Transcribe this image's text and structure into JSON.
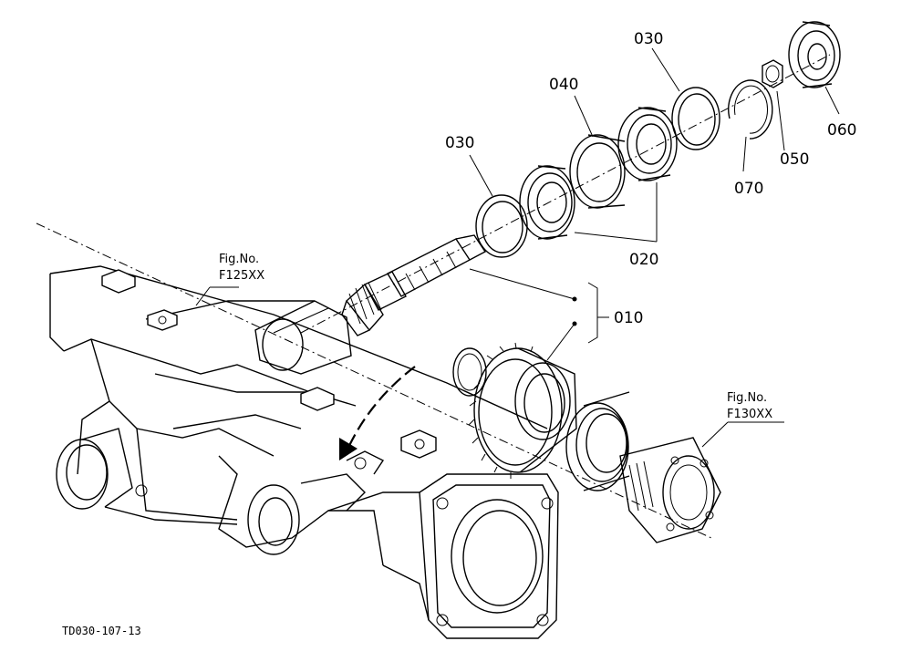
{
  "callouts": {
    "c030_top": "030",
    "c040": "040",
    "c030_left": "030",
    "c020": "020",
    "c010": "010",
    "c070": "070",
    "c050": "050",
    "c060": "060"
  },
  "fig_refs": {
    "left_line1": "Fig.No.",
    "left_line2": "F125XX",
    "right_line1": "Fig.No.",
    "right_line2": "F130XX"
  },
  "drawing_code": "TD030-107-13"
}
